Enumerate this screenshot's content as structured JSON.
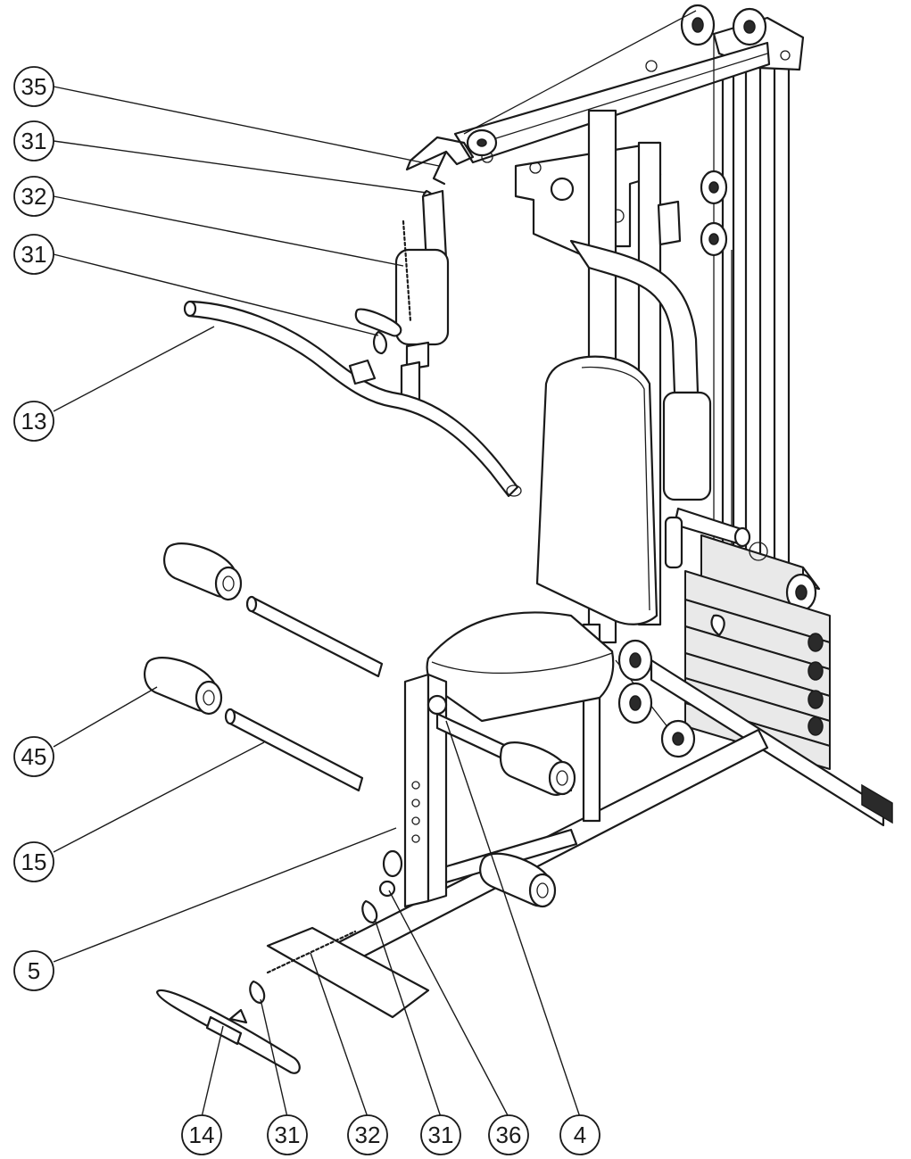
{
  "callouts": [
    {
      "id": "c35-top",
      "number": "35"
    },
    {
      "id": "c31-upper",
      "number": "31"
    },
    {
      "id": "c32-upper",
      "number": "32"
    },
    {
      "id": "c31-mid",
      "number": "31"
    },
    {
      "id": "c13",
      "number": "13"
    },
    {
      "id": "c45",
      "number": "45"
    },
    {
      "id": "c15",
      "number": "15"
    },
    {
      "id": "c5",
      "number": "5"
    },
    {
      "id": "c14",
      "number": "14"
    },
    {
      "id": "c31-bottom-a",
      "number": "31"
    },
    {
      "id": "c32-bottom",
      "number": "32"
    },
    {
      "id": "c31-bottom-b",
      "number": "31"
    },
    {
      "id": "c36",
      "number": "36"
    },
    {
      "id": "c4",
      "number": "4"
    }
  ]
}
